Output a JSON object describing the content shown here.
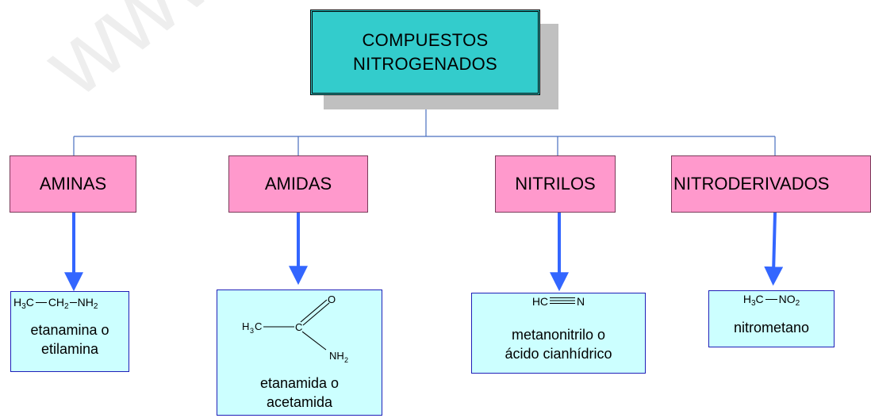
{
  "watermark": "www.",
  "root": {
    "line1": "COMPUESTOS",
    "line2": "NITROGENADOS"
  },
  "categories": [
    {
      "label": "AMINAS"
    },
    {
      "label": "AMIDAS"
    },
    {
      "label": "NITRILOS"
    },
    {
      "label": "NITRODERIVADOS"
    }
  ],
  "examples": [
    {
      "formula_parts": [
        "H",
        "3",
        "C",
        "CH",
        "2",
        "NH",
        "2"
      ],
      "name_line1": "etanamina o",
      "name_line2": "etilamina"
    },
    {
      "formula_parts": [
        "H",
        "3",
        "C",
        "C",
        "O",
        "NH",
        "2"
      ],
      "name_line1": "etanamida o",
      "name_line2": "acetamida"
    },
    {
      "formula_parts": [
        "HC",
        "N"
      ],
      "name_line1": "metanonitrilo o",
      "name_line2": "ácido cianhídrico"
    },
    {
      "formula_parts": [
        "H",
        "3",
        "C",
        "NO",
        "2"
      ],
      "name_line1": "nitrometano"
    }
  ],
  "colors": {
    "root_fill": "#33cccc",
    "category_fill": "#ff99cc",
    "example_fill": "#ccffff",
    "arrow": "#3366ff",
    "connector": "#4a6fbf"
  }
}
